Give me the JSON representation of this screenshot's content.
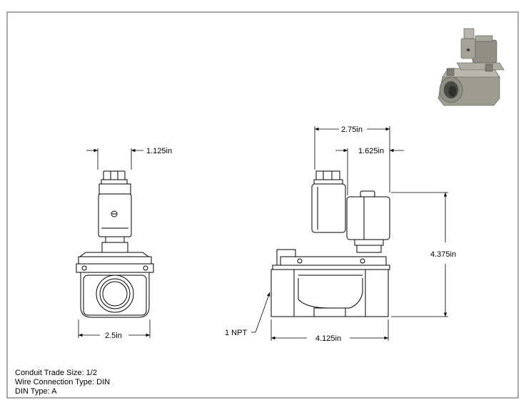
{
  "dimensions": {
    "front_top": "1.125in",
    "front_bottom": "2.5in",
    "side_top_outer": "2.75in",
    "side_top_inner": "1.625in",
    "side_height": "4.375in",
    "side_bottom": "4.125in",
    "port_callout": "1 NPT"
  },
  "notes": [
    "Conduit Trade Size: 1/2",
    "Wire Connection Type: DIN",
    "DIN Type: A"
  ],
  "colors": {
    "line": "#000000",
    "body_fill": "#ffffff",
    "render_metal": "#9a9a8e"
  },
  "icons": {
    "thumbnail": "solenoid-valve-render"
  }
}
